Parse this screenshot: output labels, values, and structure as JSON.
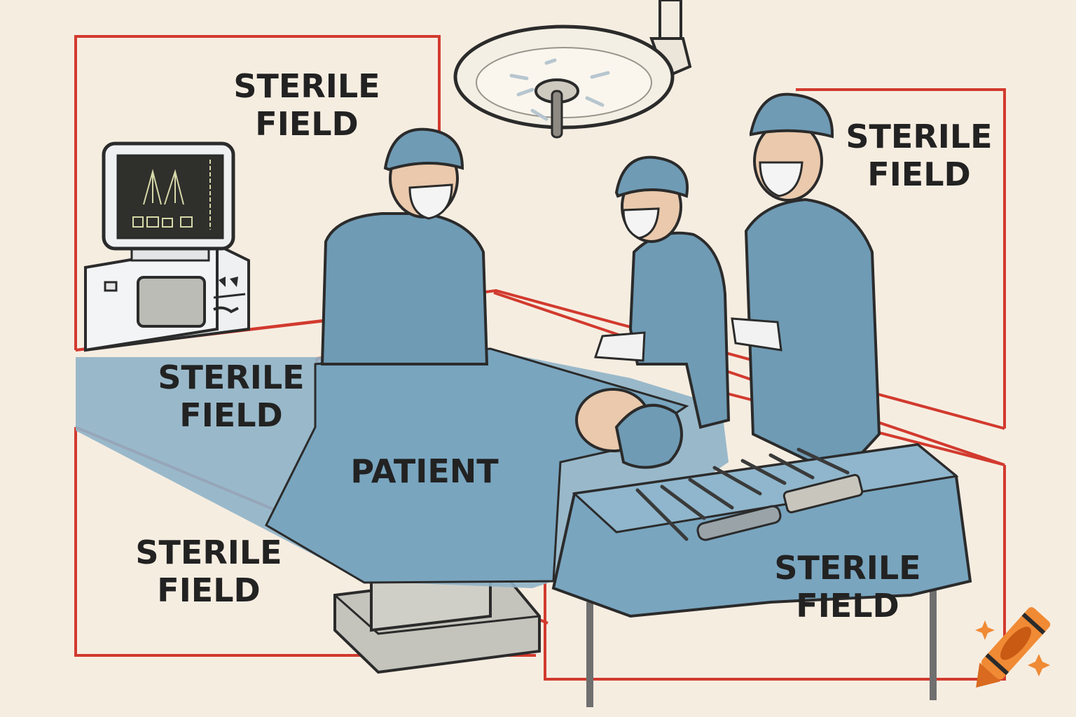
{
  "title": "Operating room sterile field diagram",
  "colors": {
    "background": "#f6ede1",
    "boundary_red": "#d23a2e",
    "gown_blue": "#6f9bb5",
    "drape_blue": "#7aa7c1",
    "outline": "#2b2b2b",
    "crayon_orange": "#f08a34",
    "crayon_dark": "#c85a14"
  },
  "labels": {
    "top_left": {
      "line1": "STERILE",
      "line2": "FIELD"
    },
    "top_right": {
      "line1": "STERILE",
      "line2": "FIELD"
    },
    "table_left": {
      "line1": "STERILE",
      "line2": "FIELD"
    },
    "bottom_left": {
      "line1": "STERILE",
      "line2": "FIELD"
    },
    "instrument_table": {
      "line1": "STERILE",
      "line2": "FIELD"
    },
    "patient": "PATIENT"
  },
  "elements": {
    "monitor": "anesthesia-monitor",
    "surgical_light": "overhead-surgical-light",
    "staff": [
      "surgeon-left",
      "surgeon-middle",
      "surgeon-right"
    ],
    "patient": "patient-on-table",
    "instrument_tray": "back-table-instruments",
    "logo": "crayon-logo-icon"
  }
}
